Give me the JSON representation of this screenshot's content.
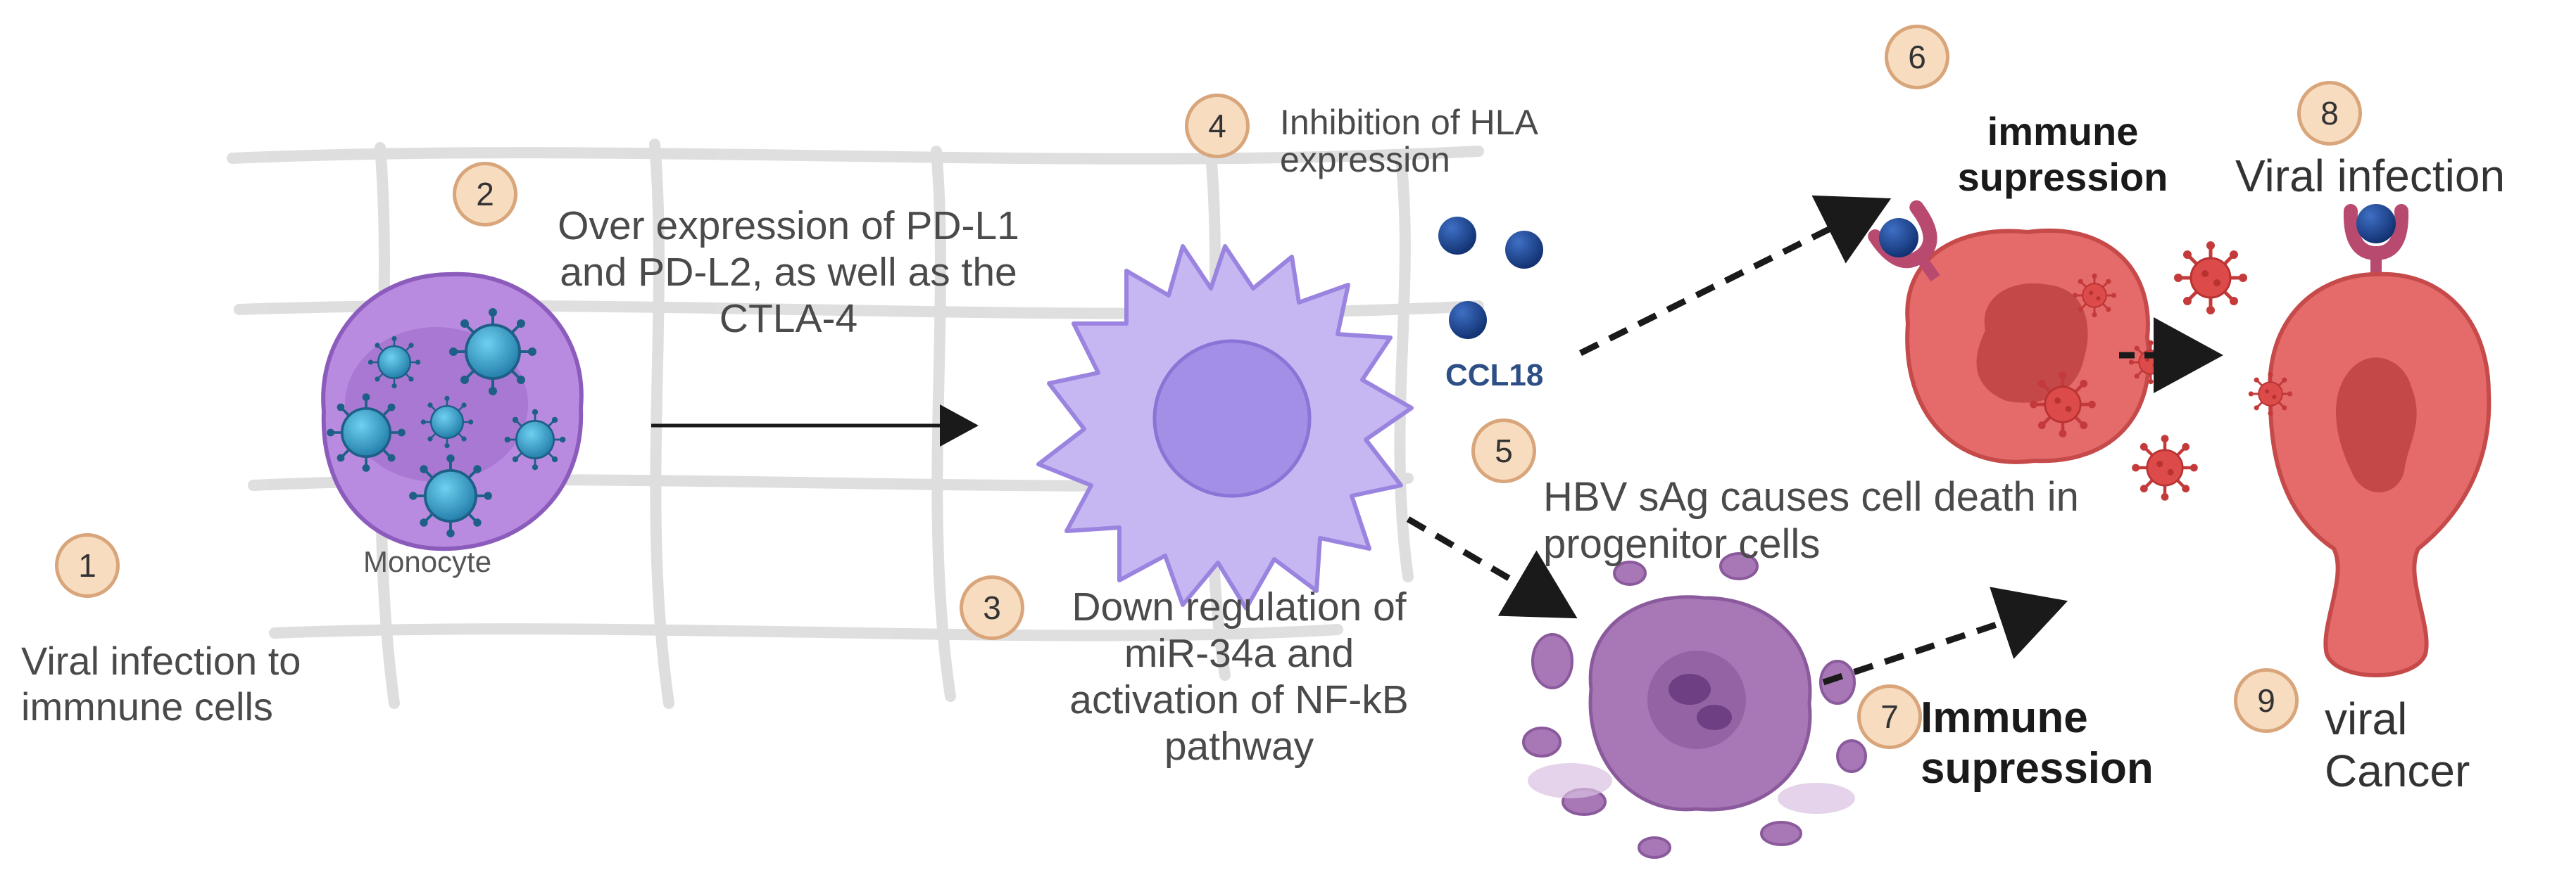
{
  "steps": [
    {
      "number": "1",
      "text": "Viral infection to immnune cells"
    },
    {
      "number": "2",
      "text": "Over expression of PD-L1 and PD-L2, as well as the CTLA-4"
    },
    {
      "number": "3",
      "text": "Down regulation of miR-34a  and activation of  NF-kB pathway"
    },
    {
      "number": "4",
      "text": "Inhibition of HLA expression"
    },
    {
      "number": "5",
      "text": "HBV sAg causes cell death in progenitor cells"
    },
    {
      "number": "6",
      "text": "immune supression"
    },
    {
      "number": "7",
      "text": "Immune supression"
    },
    {
      "number": "8",
      "text": "Viral infection"
    },
    {
      "number": "9",
      "text": "viral Cancer"
    }
  ],
  "cell_labels": {
    "monocyte": "Monocyte",
    "chemokine": "CCL18"
  },
  "colors": {
    "badge_fill": "#f7dcc0",
    "badge_border": "#d9a57a",
    "monocyte": "#b98be0",
    "dendritic_cell": "#c6b6f2",
    "dying_cell": "#a878b6",
    "infected_cell": "#e56a6a",
    "virus": "#2a87b0",
    "ccl18_dot": "#1d3f86"
  },
  "icons": [
    "virus-icon",
    "receptor-icon",
    "arrow-icon"
  ]
}
